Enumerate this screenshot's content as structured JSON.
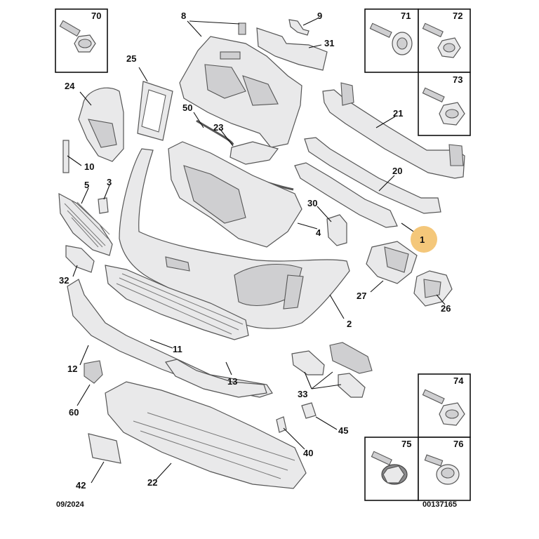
{
  "diagram": {
    "part_labels": [
      "1",
      "2",
      "3",
      "4",
      "5",
      "8",
      "9",
      "10",
      "11",
      "12",
      "13",
      "20",
      "21",
      "22",
      "23",
      "24",
      "25",
      "26",
      "27",
      "30",
      "31",
      "32",
      "33",
      "40",
      "42",
      "45",
      "50",
      "60"
    ],
    "fastener_boxes": [
      "70",
      "71",
      "72",
      "73",
      "74",
      "75",
      "76"
    ],
    "footer_date": "09/2024",
    "footer_ref": "00137165",
    "highlight_label": "1",
    "highlight_color": "#f4c77a"
  }
}
